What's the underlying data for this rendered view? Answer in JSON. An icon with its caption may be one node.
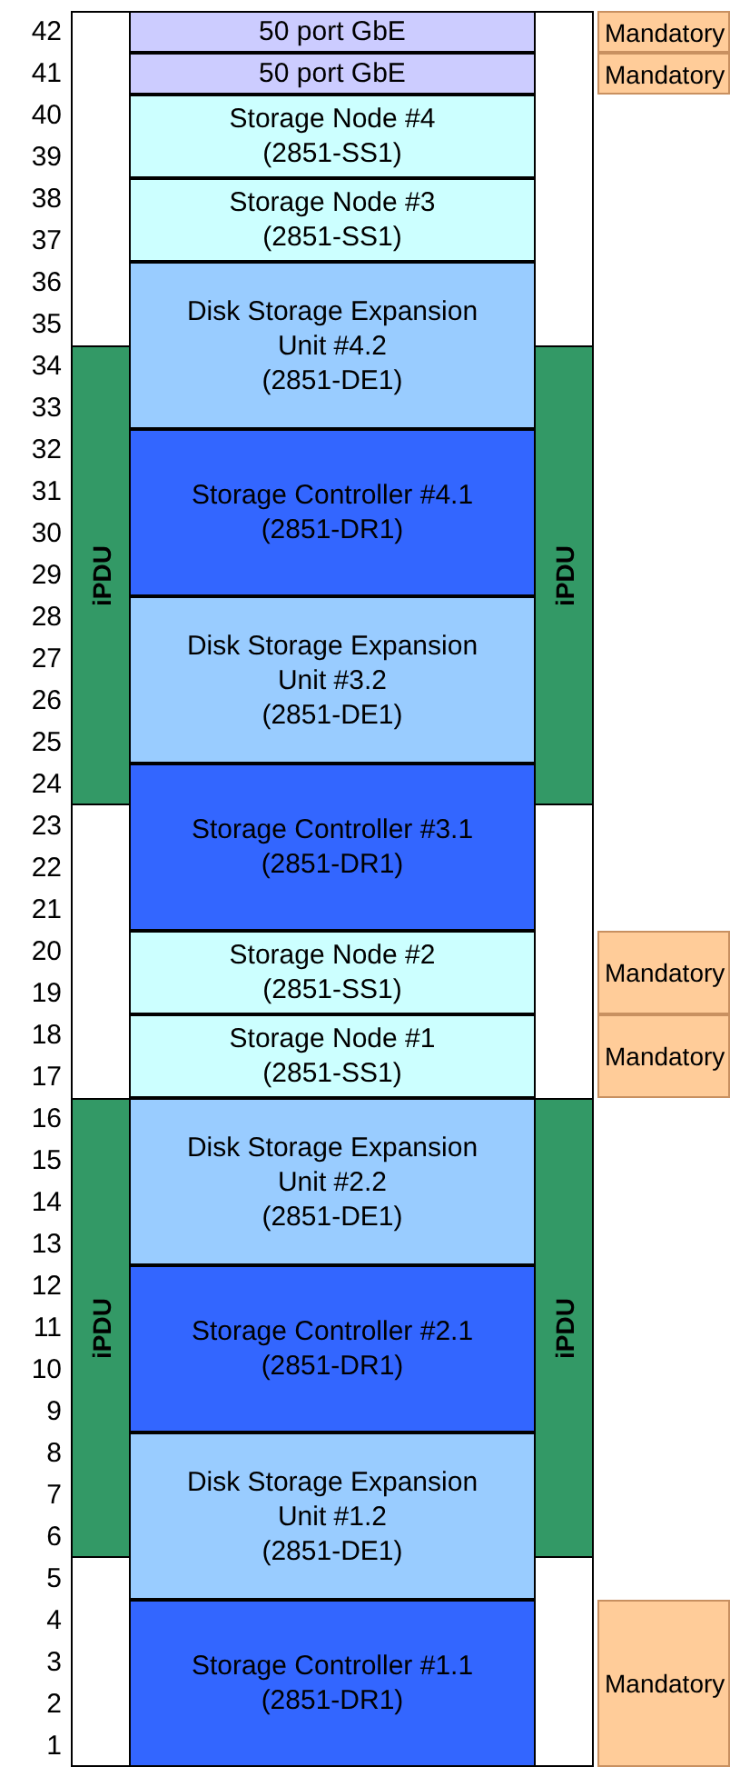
{
  "diagram": {
    "nodes": [
      {
        "text": [
          "50 port GbE"
        ]
      },
      {
        "text": [
          "Mandatory"
        ]
      },
      {
        "text": [
          "50 port GbE"
        ]
      },
      {
        "text": [
          "Mandatory"
        ]
      },
      {
        "text": [
          "Storage Node #4",
          "(2851-SS1)"
        ]
      },
      {
        "text": [
          "Storage Node #3",
          "(2851-SS1)"
        ]
      },
      {
        "text": [
          "Disk Storage Expansion Unit #4.2",
          "(2851-DE1)"
        ]
      },
      {
        "text": [
          "iPDU"
        ]
      },
      {
        "text": [
          "iPDU"
        ]
      },
      {
        "text": [
          "Storage Controller #4.1",
          "(2851-DR1)"
        ]
      },
      {
        "text": [
          "Disk Storage Expansion Unit #3.2",
          "(2851-DE1)"
        ]
      },
      {
        "text": [
          "Storage Controller #3.1",
          "(2851-DR1)"
        ]
      },
      {
        "text": [
          "Storage Node #2",
          "(2851-SS1)"
        ]
      },
      {
        "text": [
          "Mandatory"
        ]
      },
      {
        "text": [
          "Storage Node #1",
          "(2851-SS1)"
        ]
      },
      {
        "text": [
          "Mandatory"
        ]
      },
      {
        "text": [
          "Disk Storage Expansion Unit #2.2",
          "(2851-DE1)"
        ]
      },
      {
        "text": [
          "iPDU"
        ]
      },
      {
        "text": [
          "iPDU"
        ]
      },
      {
        "text": [
          "Storage Controller #2.1",
          "(2851-DR1)"
        ]
      },
      {
        "text": [
          "Disk Storage Expansion Unit #1.2",
          "(2851-DE1)"
        ]
      },
      {
        "text": [
          "Storage Controller #1.1",
          "(2851-DR1)"
        ]
      },
      {
        "text": [
          "Mandatory"
        ]
      }
    ],
    "edges": [],
    "labels": [
      "42",
      "41",
      "40",
      "39",
      "38",
      "37",
      "36",
      "35",
      "34",
      "33",
      "32",
      "31",
      "30",
      "29",
      "28",
      "27",
      "26",
      "25",
      "24",
      "23",
      "22",
      "21",
      "20",
      "19",
      "18",
      "17",
      "16",
      "15",
      "14",
      "13",
      "12",
      "11",
      "10",
      "9",
      "8",
      "7",
      "6",
      "5",
      "4",
      "3",
      "2",
      "1"
    ]
  }
}
